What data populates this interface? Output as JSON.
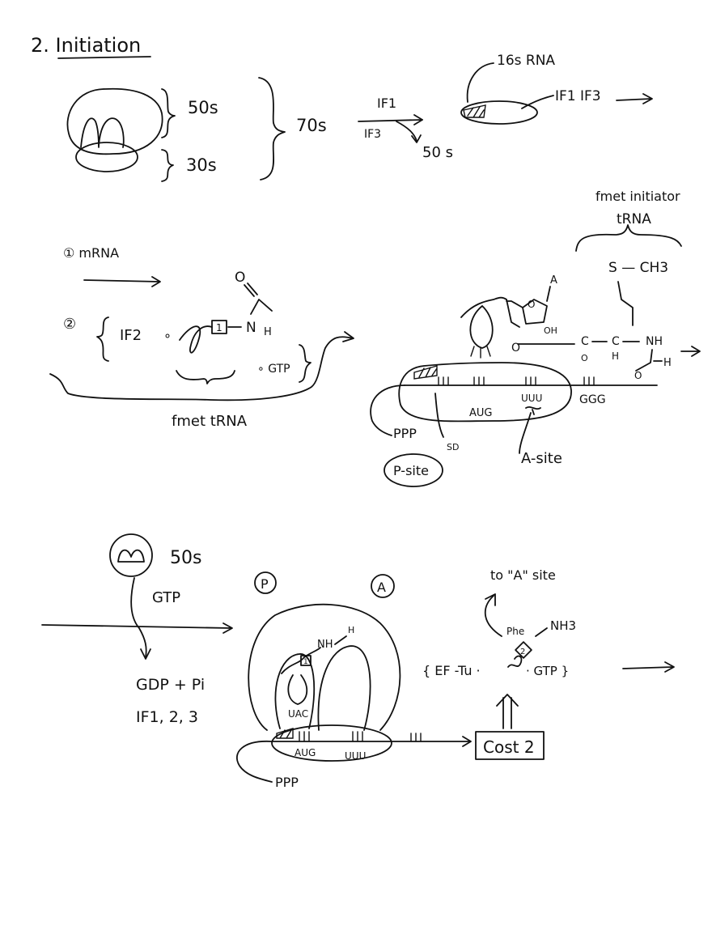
{
  "title": "2. Initiation",
  "panel1": {
    "label_50s": "50s",
    "label_30s": "30s",
    "label_70s": "70s",
    "arrow_top": "IF1",
    "arrow_bottom": "IF3",
    "product_50s": "50 s",
    "label_16s": "16s RNA",
    "label_if": "IF1 IF3"
  },
  "panel2": {
    "step1": "① mRNA",
    "step2": "②",
    "if2": "IF2",
    "dot": "∘",
    "box_num": "1",
    "N": "N",
    "H": "H",
    "O": "O",
    "gtp": "∘ GTP",
    "fmet_trna": "fmet tRNA"
  },
  "panel3": {
    "fmet_initiator": "fmet initiator",
    "trna": "tRNA",
    "sch3": "S — CH3",
    "A": "A",
    "OH": "OH",
    "O_ring": "O",
    "C1": "C",
    "C2": "C",
    "NH": "NH",
    "H1": "H",
    "H2": "H",
    "O1": "O",
    "O2": "O",
    "aug": "AUG",
    "uuu": "UUU",
    "ggg": "GGG",
    "ppp": "PPP",
    "sd": "SD",
    "psite": "P-site",
    "asite": "A-site"
  },
  "panel4": {
    "label_50s": "50s",
    "gtp": "GTP",
    "gdp": "GDP + Pi",
    "ifs": "IF1, 2, 3",
    "P": "P",
    "A": "A",
    "nh": "NH",
    "h": "H",
    "uac": "UAC",
    "box1": "1",
    "aug": "AUG",
    "uuu": "UUU",
    "ppp": "PPP",
    "to_a": "to \"A\" site",
    "phe": "Phe",
    "nh3": "NH3",
    "box2": "2",
    "eftu": "{ EF -Tu · ",
    "gtp2": "· GTP }",
    "cost": "Cost 2"
  }
}
